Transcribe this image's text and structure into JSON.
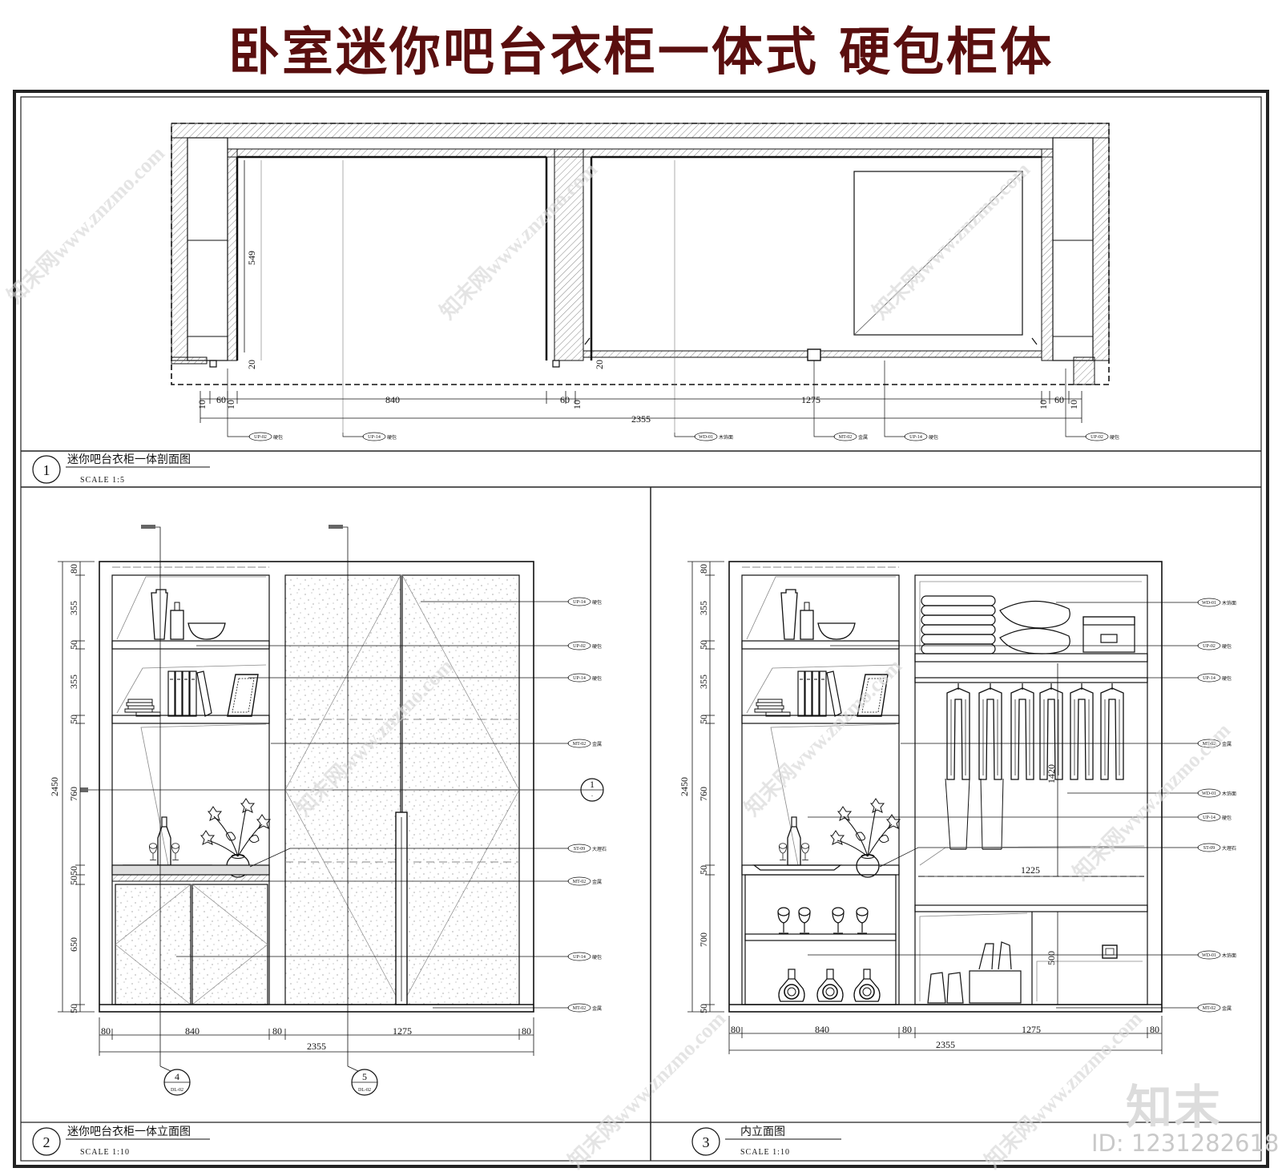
{
  "title": "卧室迷你吧台衣柜一体式  硬包柜体",
  "panels": [
    {
      "number": "1",
      "title": "迷你吧台衣柜一体剖面图",
      "scale": "SCALE    1:5"
    },
    {
      "number": "2",
      "title": "迷你吧台衣柜一体立面图",
      "scale": "SCALE    1:10"
    },
    {
      "number": "3",
      "title": "内立面图",
      "scale": "SCALE    1:10"
    }
  ],
  "section_plan": {
    "dims_bottom": [
      "10",
      "60",
      "10",
      "840",
      "60",
      "10",
      "1275",
      "10",
      "60",
      "10"
    ],
    "dim_total": "2355",
    "dim_depth": "549",
    "dim_small": [
      "20",
      "20"
    ],
    "tags": [
      {
        "code": "UP-02",
        "text": "硬包"
      },
      {
        "code": "UP-14",
        "text": "硬包"
      },
      {
        "code": "WD-01",
        "text": "木饰面"
      },
      {
        "code": "MT-02",
        "text": "金属"
      },
      {
        "code": "UP-14",
        "text": "硬包"
      },
      {
        "code": "UP-02",
        "text": "硬包"
      }
    ]
  },
  "front_elevation": {
    "dims_left": [
      "80",
      "355",
      "50",
      "355",
      "50",
      "760",
      "5050",
      "650",
      "50"
    ],
    "dim_height": "2450",
    "dims_bottom": [
      "80",
      "840",
      "80",
      "1275",
      "80"
    ],
    "dim_total": "2355",
    "tags": [
      {
        "code": "UP-14",
        "text": "硬包"
      },
      {
        "code": "UP-02",
        "text": "硬包"
      },
      {
        "code": "UP-14",
        "text": "硬包"
      },
      {
        "code": "MT-02",
        "text": "金属"
      },
      {
        "code": "ST-09",
        "text": "大理石"
      },
      {
        "code": "MT-02",
        "text": "金属"
      },
      {
        "code": "UP-14",
        "text": "硬包"
      },
      {
        "code": "MT-02",
        "text": "金属"
      }
    ],
    "section_marker": {
      "top": "1",
      "bottom": "-"
    },
    "detail_markers": [
      {
        "top": "4",
        "bottom": "DL-02"
      },
      {
        "top": "5",
        "bottom": "DL-02"
      }
    ]
  },
  "inner_elevation": {
    "dims_left": [
      "80",
      "355",
      "50",
      "355",
      "50",
      "760",
      "50",
      "700",
      "50"
    ],
    "dim_height": "2450",
    "dims_bottom": [
      "80",
      "840",
      "80",
      "1275",
      "80"
    ],
    "dim_total": "2355",
    "dim_hang": "1420",
    "dim_inner_width": "1225",
    "dim_shoe": "500",
    "tags": [
      {
        "code": "WD-01",
        "text": "木饰面"
      },
      {
        "code": "UP-02",
        "text": "硬包"
      },
      {
        "code": "UP-14",
        "text": "硬包"
      },
      {
        "code": "MT-02",
        "text": "金属"
      },
      {
        "code": "WD-01",
        "text": "木饰面"
      },
      {
        "code": "UP-14",
        "text": "硬包"
      },
      {
        "code": "ST-09",
        "text": "大理石"
      },
      {
        "code": "WD-01",
        "text": "木饰面"
      },
      {
        "code": "MT-02",
        "text": "金属"
      }
    ]
  },
  "watermark": {
    "text": "知末网www.znzmo.com",
    "brand": "知末",
    "id": "ID: 1231282618"
  }
}
